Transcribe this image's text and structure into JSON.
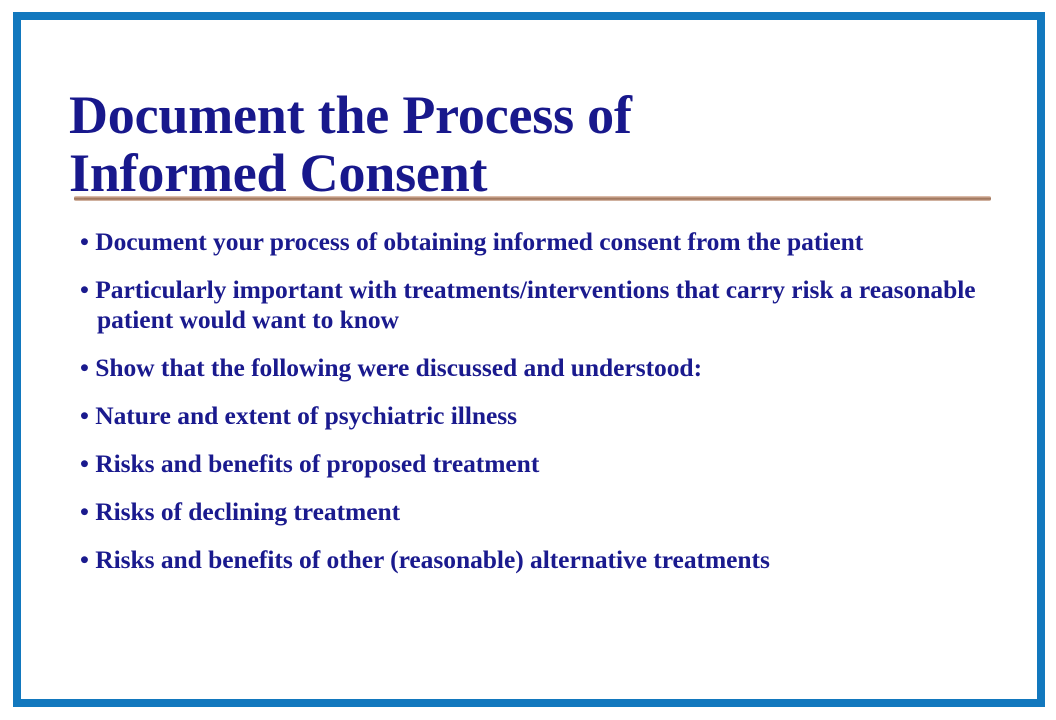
{
  "slide": {
    "title": "Document the Process of\nInformed Consent",
    "bullet_marker": "•",
    "bullets": [
      "Document your process of obtaining informed consent from the patient",
      "Particularly important with treatments/interventions that carry risk a reasonable patient would want to know",
      "Show that the following were discussed and understood:",
      "Nature and extent of psychiatric illness",
      "Risks and benefits of proposed treatment",
      "Risks of declining treatment",
      "Risks and benefits of other (reasonable) alternative treatments"
    ],
    "colors": {
      "frame_blue": "#1278be",
      "title_navy": "#18188c",
      "body_navy": "#1a1a8e",
      "rule_brown": "#9c7259",
      "background": "#ffffff"
    }
  }
}
